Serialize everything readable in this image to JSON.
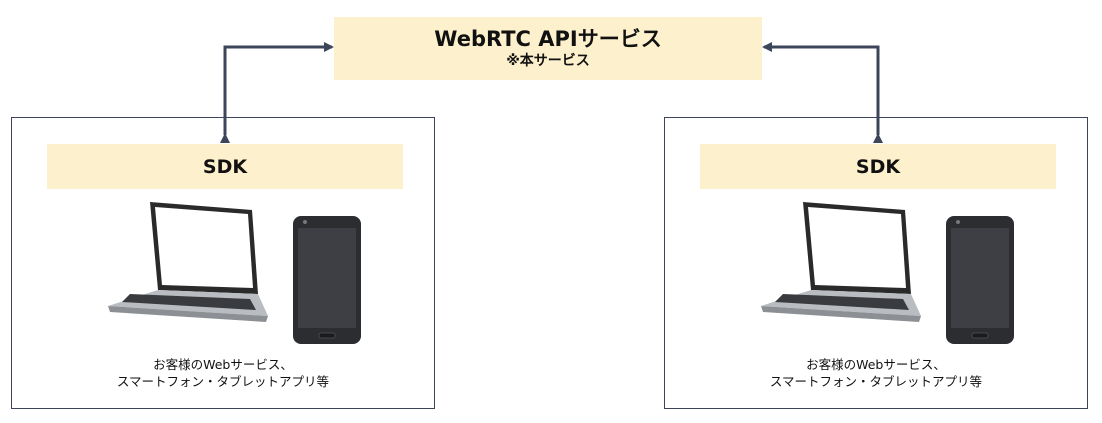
{
  "api": {
    "title": "WebRTC APIサービス",
    "subtitle": "※本サービス"
  },
  "panels": [
    {
      "sdk_label": "SDK",
      "caption_line1": "お客様のWebサービス、",
      "caption_line2": "スマートフォン・タブレットアプリ等"
    },
    {
      "sdk_label": "SDK",
      "caption_line1": "お客様のWebサービス、",
      "caption_line2": "スマートフォン・タブレットアプリ等"
    }
  ],
  "colors": {
    "box_fill": "#fdf0cc",
    "connector": "#3c4658",
    "phone_body": "#2b2d31"
  },
  "icons": [
    "laptop-icon",
    "smartphone-icon"
  ]
}
